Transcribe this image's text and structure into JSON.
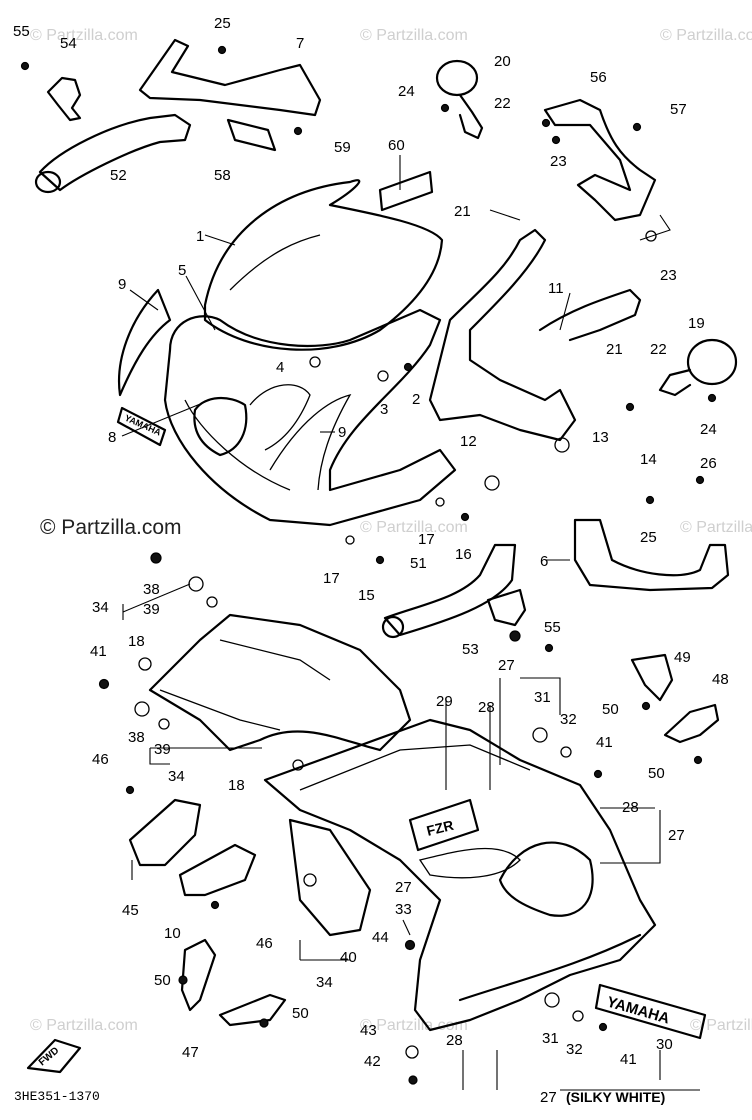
{
  "watermark_text": "© Partzilla.com",
  "watermark_main": "© Partzilla.com",
  "diagram_code": "3HE351-1370",
  "silky_white_note": "(SILKY WHITE)",
  "fwd_label": "FWD",
  "decals": {
    "yamaha_small": "YAMAHA",
    "fzr": "FZR",
    "yamaha_large": "YAMAHA"
  },
  "callouts": [
    "55",
    "54",
    "25",
    "7",
    "52",
    "58",
    "59",
    "60",
    "20",
    "24",
    "22",
    "56",
    "57",
    "23",
    "21",
    "1",
    "5",
    "9",
    "23",
    "11",
    "19",
    "4",
    "3",
    "2",
    "21",
    "22",
    "8",
    "9",
    "12",
    "13",
    "14",
    "24",
    "26",
    "17",
    "16",
    "25",
    "6",
    "17",
    "51",
    "15",
    "38",
    "39",
    "34",
    "55",
    "53",
    "27",
    "49",
    "18",
    "41",
    "31",
    "29",
    "28",
    "32",
    "48",
    "50",
    "38",
    "39",
    "41",
    "46",
    "34",
    "18",
    "50",
    "28",
    "27",
    "45",
    "10",
    "46",
    "27",
    "33",
    "44",
    "40",
    "34",
    "50",
    "50",
    "43",
    "31",
    "32",
    "41",
    "30",
    "47",
    "42",
    "28",
    "27"
  ]
}
